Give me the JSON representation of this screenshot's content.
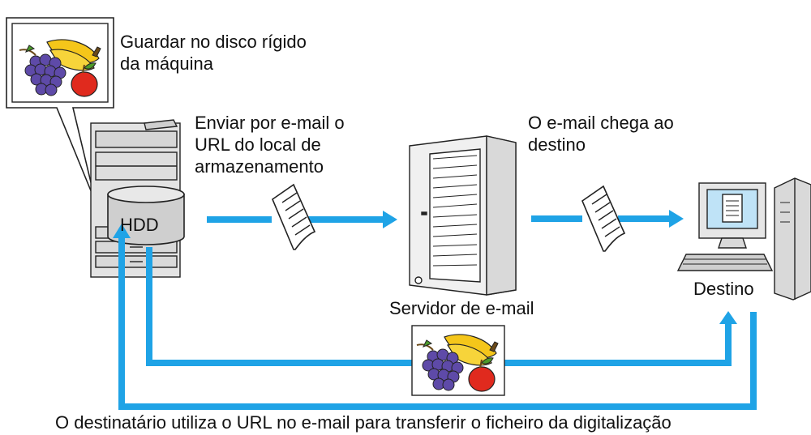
{
  "labels": {
    "store": "Guardar no disco rígido\nda máquina",
    "send": "Enviar por e-mail o\nURL do local de\narmazenamento",
    "arrives": "O e-mail chega ao\ndestino",
    "hdd": "HDD",
    "server": "Servidor de e-mail",
    "destination": "Destino",
    "bottom": "O destinatário utiliza o URL no e-mail para transferir o ficheiro da digitalização"
  },
  "colors": {
    "arrow": "#1fa3e6",
    "outline": "#222222",
    "hdd_fill": "#cfcfcf",
    "device_gray": "#d9d9d9",
    "screen_blue": "#bfe3f7"
  }
}
